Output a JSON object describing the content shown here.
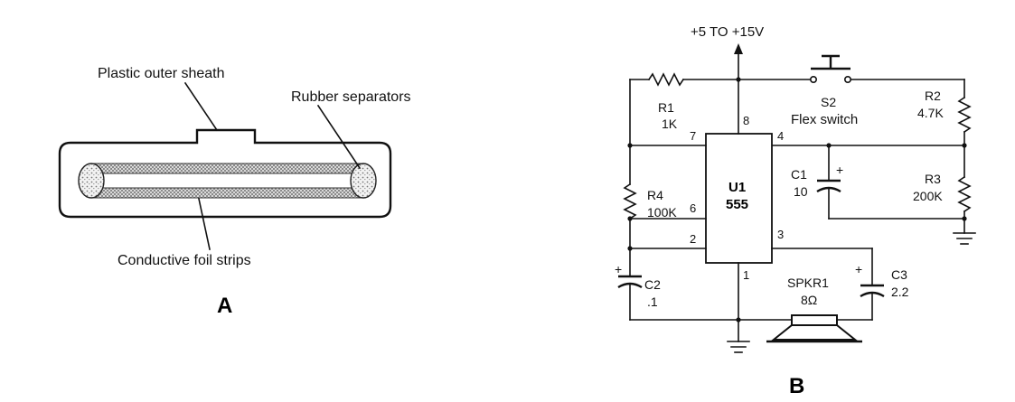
{
  "panel_a": {
    "label_sheath": "Plastic outer sheath",
    "label_separators": "Rubber separators",
    "label_foil": "Conductive foil strips",
    "caption": "A"
  },
  "panel_b": {
    "supply": "+5 TO +15V",
    "r1_name": "R1",
    "r1_value": "1K",
    "s2_name": "S2",
    "s2_desc": "Flex switch",
    "r2_name": "R2",
    "r2_value": "4.7K",
    "r3_name": "R3",
    "r3_value": "200K",
    "r4_name": "R4",
    "r4_value": "100K",
    "c1_name": "C1",
    "c1_value": "10",
    "c2_name": "C2",
    "c2_value": ".1",
    "c3_name": "C3",
    "c3_value": "2.2",
    "u1_name": "U1",
    "u1_part": "555",
    "spkr_name": "SPKR1",
    "spkr_value": "8Ω",
    "pin_8": "8",
    "pin_7": "7",
    "pin_4": "4",
    "pin_6": "6",
    "pin_2": "2",
    "pin_3": "3",
    "pin_1": "1",
    "plus_c1": "+",
    "plus_c2": "+",
    "plus_c3": "+",
    "caption": "B"
  }
}
